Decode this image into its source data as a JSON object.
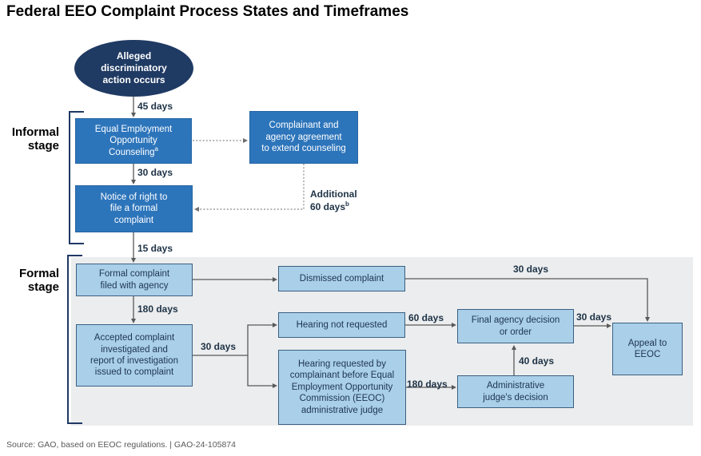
{
  "title": "Federal EEO Complaint Process States and Timeframes",
  "source": "Source: GAO, based on EEOC regulations.  |  GAO-24-105874",
  "stages": {
    "informal": "Informal\nstage",
    "formal": "Formal\nstage"
  },
  "nodes": {
    "alleged": {
      "label": "Alleged\ndiscriminatory\naction occurs"
    },
    "counseling": {
      "label": "Equal Employment\nOpportunity\nCounseling",
      "sup": "a"
    },
    "extend": {
      "label": "Complainant and\nagency agreement\nto extend counseling"
    },
    "notice": {
      "label": "Notice of right to\nfile a formal\ncomplaint"
    },
    "formal_complaint": {
      "label": "Formal complaint\nfiled with agency"
    },
    "accepted": {
      "label": "Accepted complaint\ninvestigated and\nreport of investigation\nissued to complaint"
    },
    "dismissed": {
      "label": "Dismissed complaint"
    },
    "hearing_not": {
      "label": "Hearing not requested"
    },
    "hearing_req": {
      "label": "Hearing requested by\ncomplainant before Equal\nEmployment Opportunity\nCommission (EEOC)\nadministrative judge"
    },
    "final_agency": {
      "label": "Final agency decision\nor order"
    },
    "admin_judge": {
      "label": "Administrative\njudge's decision"
    },
    "appeal": {
      "label": "Appeal to\nEEOC"
    }
  },
  "timeframes": {
    "t45": "45 days",
    "t30_counsel": "30 days",
    "t15": "15 days",
    "t180_invest": "180 days",
    "t30_split": "30 days",
    "t60": "60 days",
    "t180_hearing": "180 days",
    "t40": "40 days",
    "t30_final": "30 days",
    "t30_dismissed": "30 days",
    "additional_line1": "Additional",
    "additional_line2": "60 days",
    "additional_sup": "b"
  },
  "colors": {
    "dark_navy": "#1f3a63",
    "medium_blue": "#2d75bb",
    "light_blue": "#a9cfe9",
    "light_blue_border": "#3b6083",
    "panel_gray": "#ebedee",
    "connector_gray": "#595959",
    "dotted_gray": "#8a8a8a",
    "label_navy": "#1e3246"
  }
}
